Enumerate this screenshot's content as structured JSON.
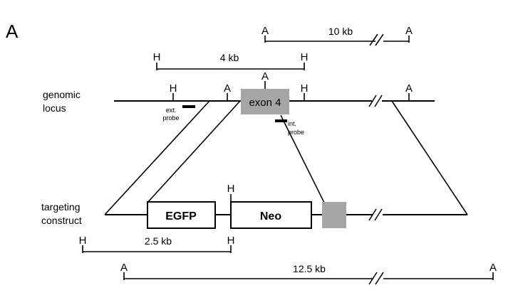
{
  "panel_label": "A",
  "site_letters": {
    "hind": "H",
    "afl": "A"
  },
  "genomic": {
    "label_line1": "genomic",
    "label_line2": "locus",
    "exon_label": "exon 4",
    "ext_probe_line1": "ext.",
    "ext_probe_line2": "probe",
    "int_probe_line1": "int.",
    "int_probe_line2": "probe"
  },
  "targeting": {
    "label_line1": "targeting",
    "label_line2": "construct",
    "egfp_label": "EGFP",
    "neo_label": "Neo"
  },
  "scales": {
    "top_a_kb": "10 kb",
    "top_h_kb": "4 kb",
    "bottom_h_kb": "2.5 kb",
    "bottom_a_kb": "12.5 kb"
  },
  "colors": {
    "exon_fill": "#a6a6a6",
    "line": "#000000",
    "background": "#ffffff"
  }
}
